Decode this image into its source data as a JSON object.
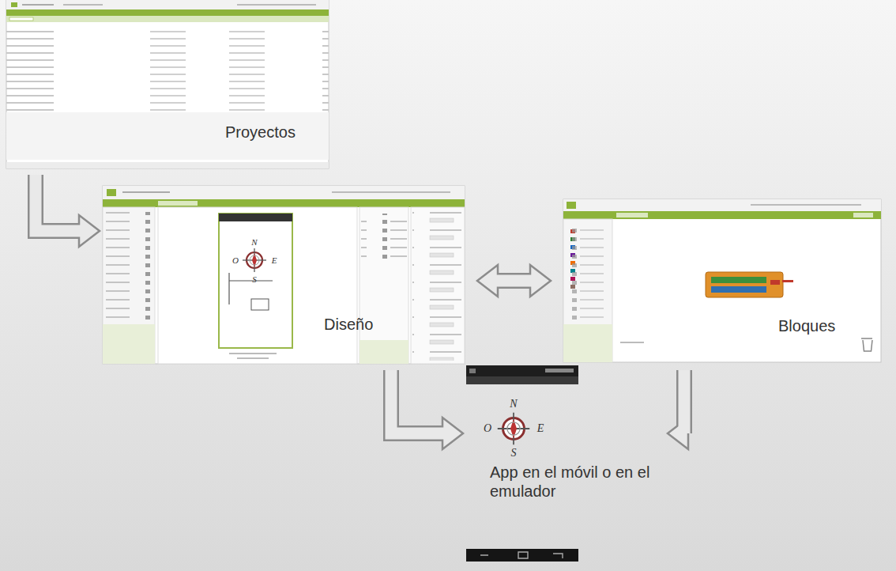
{
  "diagram": {
    "nodes": [
      {
        "text": [
          "Proyectos"
        ]
      },
      {
        "text": [
          "Diseño"
        ]
      },
      {
        "text": [
          "Bloques"
        ]
      },
      {
        "text": [
          "App en el móvil o en el emulador"
        ]
      }
    ],
    "edges": [
      {
        "from": 0,
        "to": 1,
        "arrow": "to"
      },
      {
        "from": 1,
        "to": 2,
        "arrow": "both"
      },
      {
        "from": 1,
        "to": 3,
        "arrow": "to"
      },
      {
        "from": 2,
        "to": 3,
        "arrow": "to"
      }
    ],
    "labels": [
      "N",
      "O",
      "E",
      "S",
      "N",
      "O",
      "E",
      "S"
    ]
  }
}
